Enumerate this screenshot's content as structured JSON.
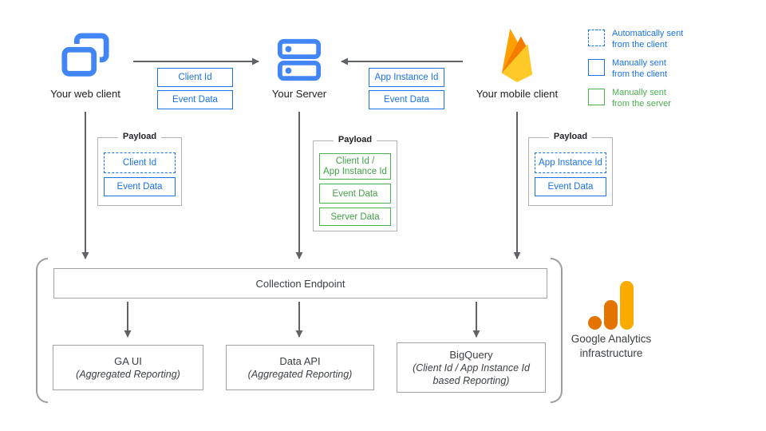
{
  "nodes": {
    "web_client": {
      "label": "Your web client"
    },
    "server": {
      "label": "Your Server"
    },
    "mobile_client": {
      "label": "Your mobile client"
    }
  },
  "flow_labels": {
    "web_to_server": [
      {
        "label": "Client Id"
      },
      {
        "label": "Event Data"
      }
    ],
    "mobile_to_server": [
      {
        "label": "App Instance Id"
      },
      {
        "label": "Event Data"
      }
    ]
  },
  "legend": {
    "items": [
      {
        "label": "Automatically sent\nfrom the client",
        "style": "dashed-blue"
      },
      {
        "label": "Manually sent\nfrom the client",
        "style": "solid-blue"
      },
      {
        "label": "Manually sent\nfrom the server",
        "style": "solid-green"
      }
    ]
  },
  "payloads": {
    "web": {
      "title": "Payload",
      "items": [
        {
          "label": "Client Id",
          "style": "dashed-blue"
        },
        {
          "label": "Event Data",
          "style": "solid-blue"
        }
      ]
    },
    "server": {
      "title": "Payload",
      "items": [
        {
          "label": "Client Id /\nApp Instance Id",
          "style": "solid-green"
        },
        {
          "label": "Event Data",
          "style": "solid-green"
        },
        {
          "label": "Server Data",
          "style": "solid-green"
        }
      ]
    },
    "mobile": {
      "title": "Payload",
      "items": [
        {
          "label": "App Instance Id",
          "style": "dashed-blue"
        },
        {
          "label": "Event Data",
          "style": "solid-blue"
        }
      ]
    }
  },
  "infrastructure": {
    "endpoint_label": "Collection Endpoint",
    "outputs": [
      {
        "title": "GA UI",
        "subtitle": "(Aggregated Reporting)"
      },
      {
        "title": "Data API",
        "subtitle": "(Aggregated Reporting)"
      },
      {
        "title": "BigQuery",
        "subtitle": "(Client Id / App Instance Id\nbased Reporting)"
      }
    ],
    "brand": "Google Analytics\ninfrastructure"
  },
  "colors": {
    "link_blue": "#1a73e8",
    "icon_blue": "#4285f4",
    "green": "#4caf50",
    "arrow_gray": "#5f6368",
    "box_border_gray": "#a3a3a3",
    "firebase_amber": "#ffa000",
    "firebase_orange": "#f57c00",
    "firebase_yellow": "#ffca28",
    "ga_dark_orange": "#e37400",
    "ga_amber": "#f9ab00"
  }
}
